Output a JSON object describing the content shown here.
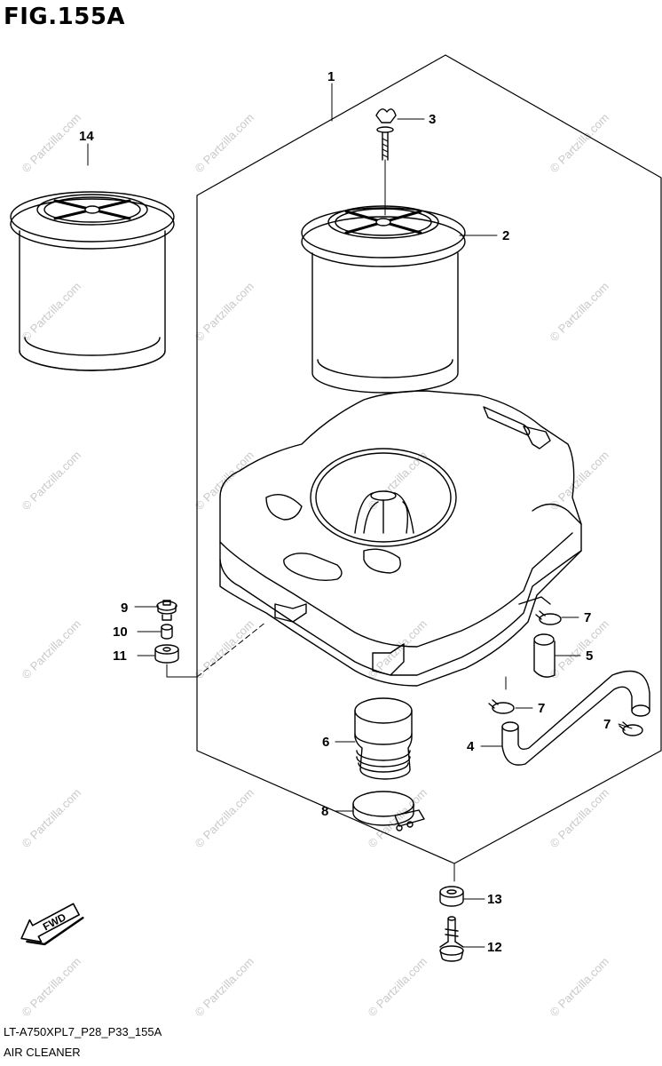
{
  "figure": {
    "title": "FIG.155A"
  },
  "footer": {
    "code": "LT-A750XPL7_P28_P33_155A",
    "title": "AIR CLEANER"
  },
  "fwd_label": "FWD",
  "watermark": "© Partzilla.com",
  "callouts": {
    "c1": "1",
    "c2": "2",
    "c3": "3",
    "c4": "4",
    "c5": "5",
    "c6": "6",
    "c7a": "7",
    "c7b": "7",
    "c7c": "7",
    "c8": "8",
    "c9": "9",
    "c10": "10",
    "c11": "11",
    "c12": "12",
    "c13": "13",
    "c14": "14"
  }
}
